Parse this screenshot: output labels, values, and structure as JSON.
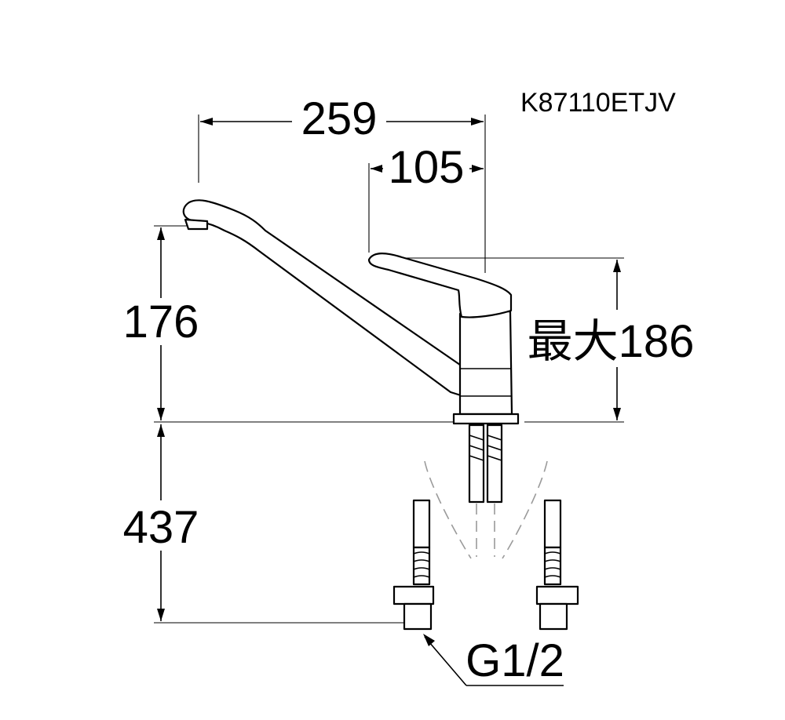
{
  "model": "K87110ETJV",
  "dimensions": {
    "spout_reach": "259",
    "lever_offset": "105",
    "spout_height": "176",
    "max_height": "最大186",
    "hose_length": "437",
    "thread": "G1/2"
  }
}
